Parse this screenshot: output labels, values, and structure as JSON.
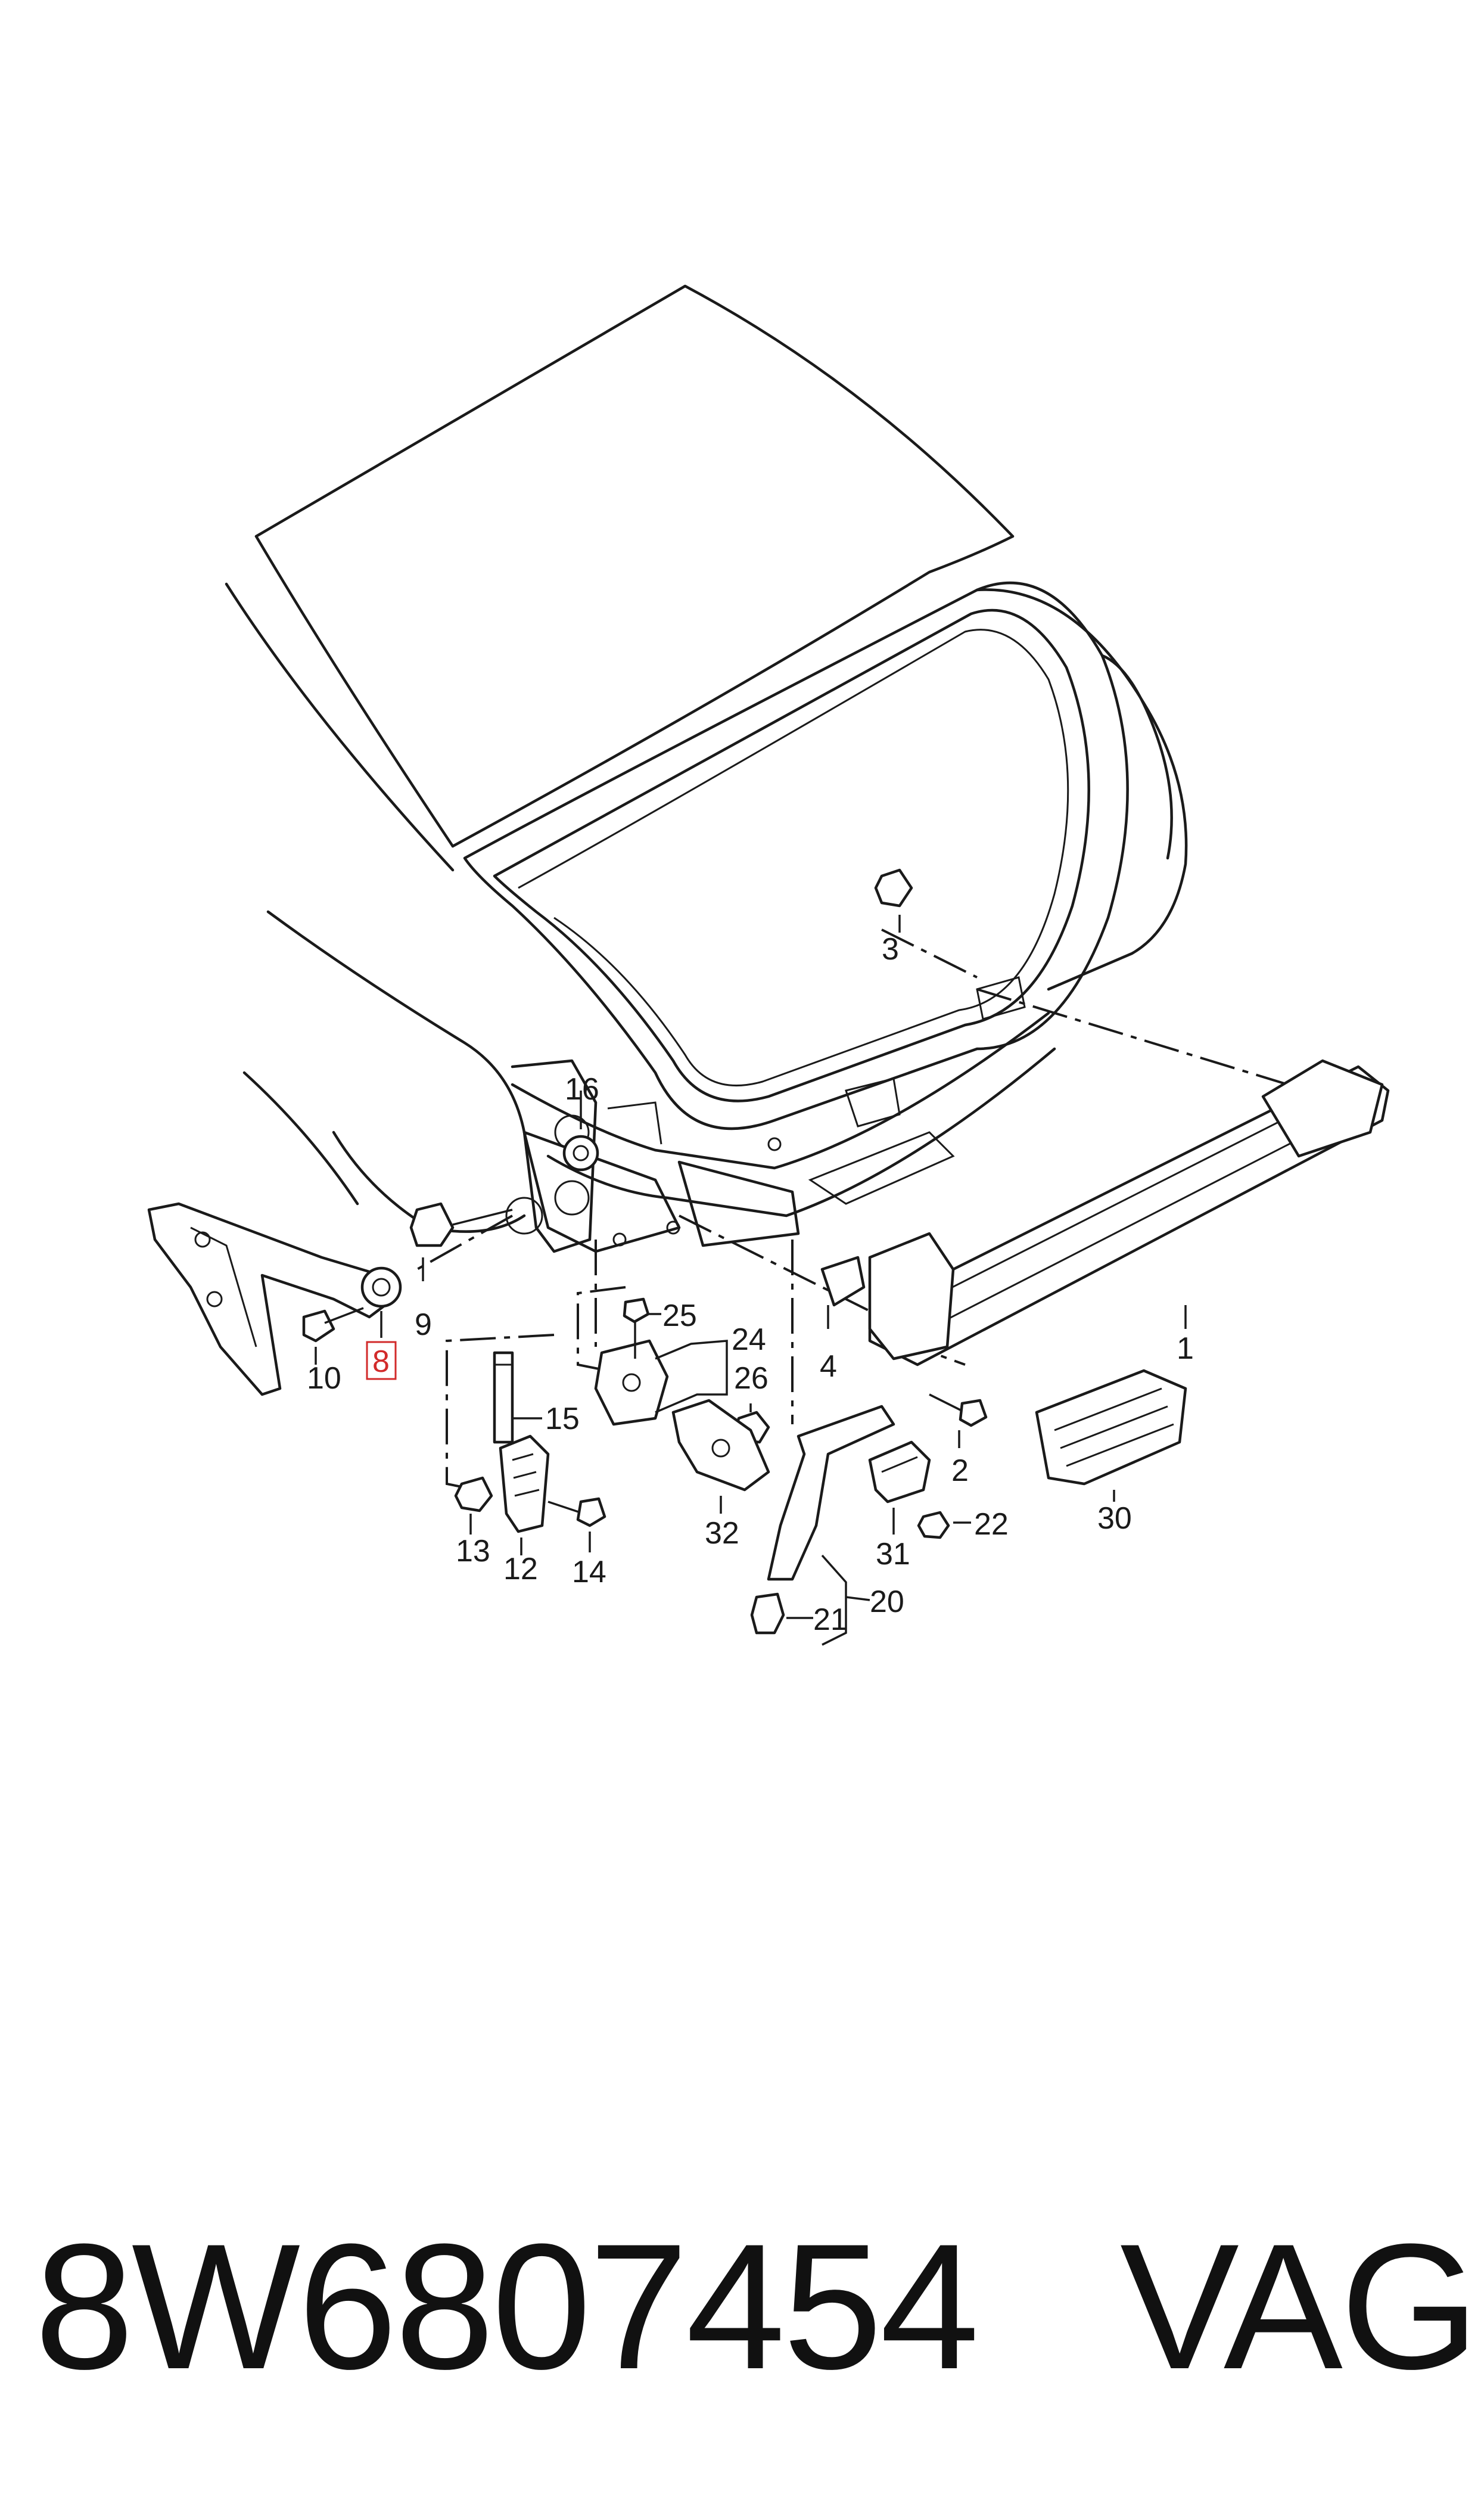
{
  "diagram": {
    "callouts": [
      {
        "id": "c1",
        "text": "1"
      },
      {
        "id": "c2",
        "text": "2"
      },
      {
        "id": "c3",
        "text": "3"
      },
      {
        "id": "c4",
        "text": "4"
      },
      {
        "id": "c8",
        "text": "8",
        "highlighted": true
      },
      {
        "id": "c9",
        "text": "9"
      },
      {
        "id": "c10",
        "text": "10"
      },
      {
        "id": "c12",
        "text": "12"
      },
      {
        "id": "c13",
        "text": "13"
      },
      {
        "id": "c14",
        "text": "14"
      },
      {
        "id": "c15",
        "text": "15"
      },
      {
        "id": "c16",
        "text": "16"
      },
      {
        "id": "c20",
        "text": "20"
      },
      {
        "id": "c21",
        "text": "21"
      },
      {
        "id": "c22",
        "text": "22"
      },
      {
        "id": "c24",
        "text": "24"
      },
      {
        "id": "c25",
        "text": "25"
      },
      {
        "id": "c26",
        "text": "26"
      },
      {
        "id": "c30",
        "text": "30"
      },
      {
        "id": "c31",
        "text": "31"
      },
      {
        "id": "c32",
        "text": "32"
      }
    ],
    "highlight_color": "#d22a2a"
  },
  "footer": {
    "part_number": "8W6807454",
    "brand": "VAG"
  }
}
